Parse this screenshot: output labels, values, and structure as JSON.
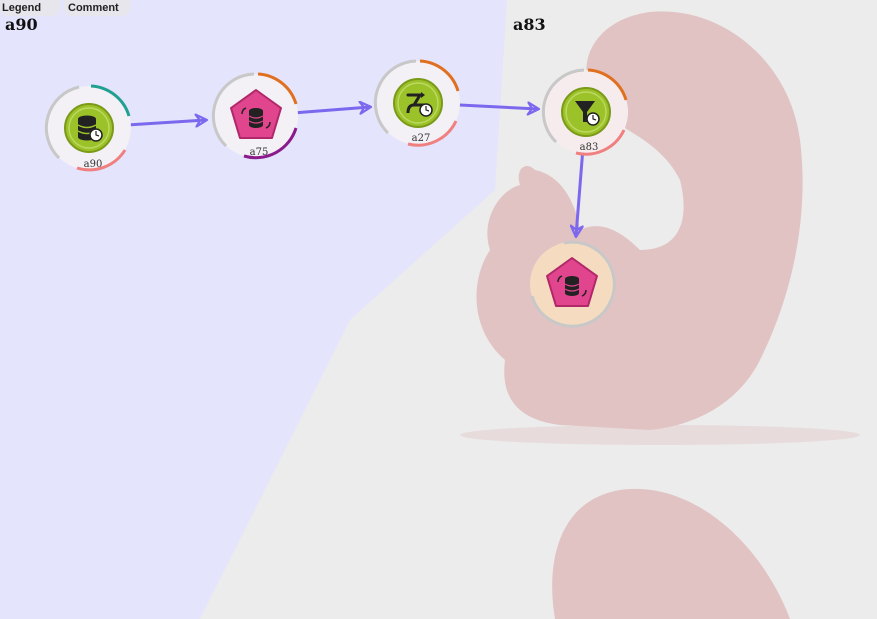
{
  "toolbar": {
    "legend_label": "Legend",
    "comment_label": "Comment"
  },
  "groups": [
    {
      "id": "group-a90",
      "title": "a90"
    },
    {
      "id": "group-a83",
      "title": "a83"
    }
  ],
  "nodes": [
    {
      "id": "a90",
      "label": "a90",
      "icon": "database-clock-icon",
      "color": "#9cc22a"
    },
    {
      "id": "a75",
      "label": "a75",
      "icon": "database-sync-icon",
      "color": "#e0458e"
    },
    {
      "id": "a27",
      "label": "a27",
      "icon": "transform-clock-icon",
      "color": "#9cc22a"
    },
    {
      "id": "a83",
      "label": "a83",
      "icon": "filter-clock-icon",
      "color": "#9cc22a"
    },
    {
      "id": "n5",
      "label": "",
      "icon": "database-sync-icon",
      "color": "#e0458e",
      "highlighted": true
    }
  ],
  "edges": [
    {
      "from": "a90",
      "to": "a75"
    },
    {
      "from": "a75",
      "to": "a27"
    },
    {
      "from": "a27",
      "to": "a83"
    },
    {
      "from": "a83",
      "to": "n5"
    }
  ],
  "colors": {
    "edge": "#7b68ee",
    "group_bg": "#e4e4fc",
    "highlight_bg": "#f5dcc0"
  }
}
